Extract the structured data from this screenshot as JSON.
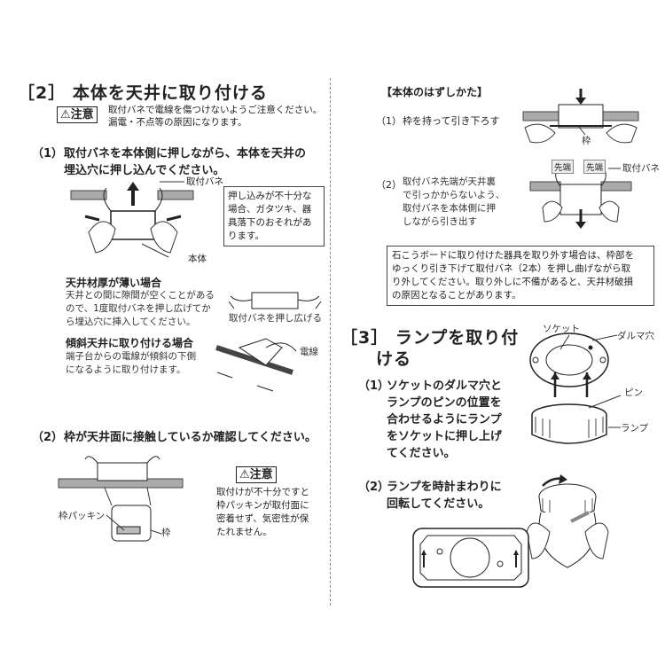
{
  "section2": {
    "title": "［2］ 本体を天井に取り付ける",
    "caution_label": "⚠注意",
    "caution_text_1": "取付バネで電線を傷つけないようご注意ください。",
    "caution_text_2": "漏電・不点等の原因になります。",
    "step1": {
      "number": "（1）",
      "text_line1": "取付バネを本体側に押しながら、本体を天井の",
      "text_line2": "埋込穴に押し込んでください。",
      "label_spring": "取付バネ",
      "label_body": "本体",
      "warning_box": [
        "押し込みが不十分な",
        "場合、ガタツキ、器",
        "具落下のおそれがあ",
        "ります。"
      ]
    },
    "thin_ceiling": {
      "heading": "天井材厚が薄い場合",
      "lines": [
        "天井との間に隙間が空くことがある",
        "ので、1度取付バネを押し広げてか",
        "ら埋込穴に挿入してください。"
      ],
      "figure_caption": "取付バネを押し広げる"
    },
    "slanted_ceiling": {
      "heading": "傾斜天井に取り付ける場合",
      "lines": [
        "端子台からの電線が傾斜の下側",
        "になるように取り付けます。"
      ],
      "label_wire": "電線"
    },
    "step2": {
      "number": "（2）",
      "text": "枠が天井面に接触しているか確認してください。",
      "label_packing": "枠パッキン",
      "label_frame": "枠",
      "caution_label": "⚠注意",
      "caution_lines": [
        "取付けが不十分ですと",
        "枠パッキンが取付面に",
        "密着せず、気密性が保",
        "たれません。"
      ]
    }
  },
  "removal": {
    "title": "【本体のはずしかた】",
    "step1": {
      "number": "（1）",
      "text": "枠を持って引き下ろす",
      "label_frame": "枠"
    },
    "step2": {
      "number": "（2）",
      "lines": [
        "取付バネ先端が天井裏",
        "で引っかからないよう、",
        "取付バネを本体側に押",
        "しながら引き出す"
      ],
      "label_tip_a": "先端",
      "label_tip_b": "先端",
      "label_spring": "取付バネ"
    },
    "note_box": [
      "石こうボードに取り付けた器具を取り外す場合は、枠部を",
      "ゆっくり引き下げて取付バネ（2本）を押し曲げながら取",
      "り外してください。取り外しに不備があると、天井材破損",
      "の原因となることがあります。"
    ]
  },
  "section3": {
    "title_line1": "［3］ ランプを取り付",
    "title_line2": "ける",
    "step1": {
      "number": "（1）",
      "lines": [
        "ソケットのダルマ穴と",
        "ランプのピンの位置を",
        "合わせるようにランプ",
        "をソケットに押し上げ",
        "てください。"
      ],
      "label_socket": "ソケット",
      "label_keyhole": "ダルマ穴",
      "label_pin": "ピン",
      "label_lamp": "ランプ"
    },
    "step2": {
      "number": "（2）",
      "lines": [
        "ランプを時計まわりに",
        "回転してください。"
      ]
    }
  }
}
